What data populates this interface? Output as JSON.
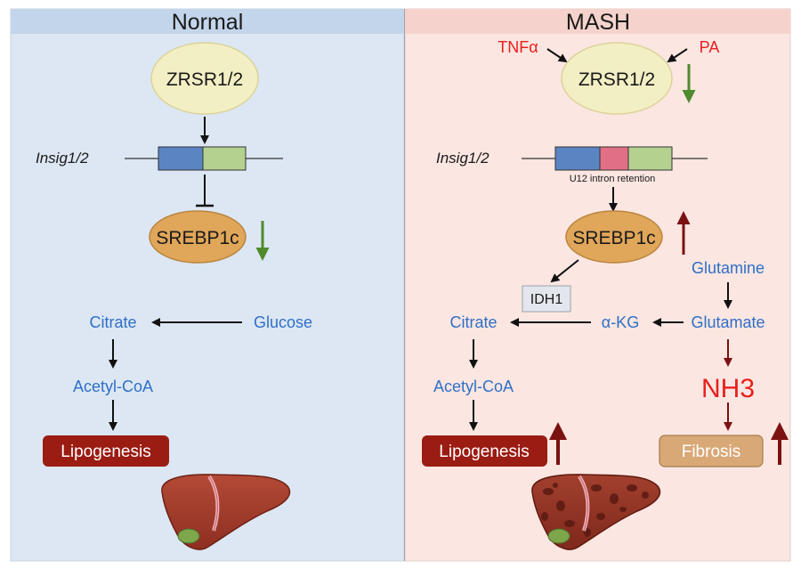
{
  "panels": {
    "normal": {
      "title": "Normal",
      "zrsr": "ZRSR1/2",
      "gene": "Insig1/2",
      "srebp": "SREBP1c",
      "citrate": "Citrate",
      "glucose": "Glucose",
      "acetyl_coa": "Acetyl-CoA",
      "lipogenesis": "Lipogenesis"
    },
    "mash": {
      "title": "MASH",
      "tnfa": "TNFα",
      "pa": "PA",
      "zrsr": "ZRSR1/2",
      "gene": "Insig1/2",
      "intron_note": "U12 intron retention",
      "srebp": "SREBP1c",
      "idh1": "IDH1",
      "glutamine": "Glutamine",
      "glutamate": "Glutamate",
      "citrate": "Citrate",
      "akg": "α-KG",
      "nh3": "NH3",
      "acetyl_coa": "Acetyl-CoA",
      "lipogenesis": "Lipogenesis",
      "fibrosis": "Fibrosis"
    }
  },
  "colors": {
    "normal_bg": "#dce7f3",
    "normal_header": "#c3d5ea",
    "mash_bg": "#fbe6e1",
    "mash_header": "#f5d3cc",
    "ellipse_light": "#f3efc4",
    "ellipse_orange": "#e0a659",
    "exon_blue": "#5b84c3",
    "exon_green": "#b5d190",
    "intron_pink": "#e16f86",
    "lipogenesis_box": "#9b1c13",
    "fibrosis_box": "#d9a877",
    "down_arrow": "#4f8a2c",
    "up_arrow": "#7b1111",
    "metabolite_text": "#2f6fc7",
    "red_text": "#e8201e"
  },
  "icons": [
    "liver-icon",
    "up-arrow-icon",
    "down-arrow-icon"
  ]
}
